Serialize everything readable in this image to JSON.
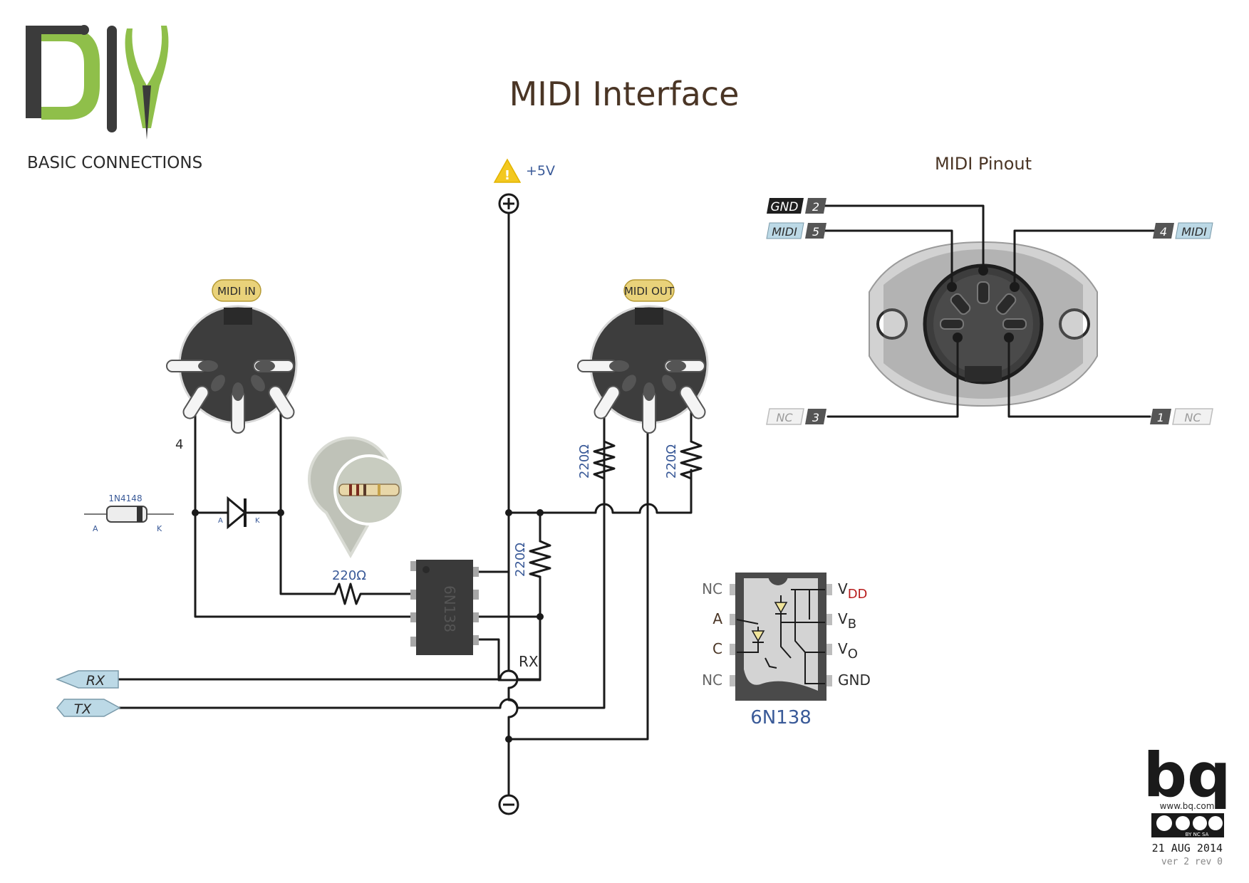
{
  "logo": {
    "letters": "DIY",
    "subtitle": "BASIC CONNECTIONS"
  },
  "title": "MIDI Interface",
  "power": {
    "plus_label": "+5V"
  },
  "connectors": {
    "midi_in": {
      "label": "MIDI IN",
      "pin_number": "4"
    },
    "midi_out": {
      "label": "MIDI OUT"
    }
  },
  "diode": {
    "part": "1N4148",
    "anode": "A",
    "cathode": "K"
  },
  "resistors": {
    "input": "220Ω",
    "pullup": "220Ω",
    "out_left": "220Ω",
    "out_right": "220Ω"
  },
  "optocoupler": {
    "part": "6N138"
  },
  "signals": {
    "rx": "RX",
    "tx": "TX",
    "rx_tap": "RX"
  },
  "pinout": {
    "title": "MIDI Pinout",
    "gnd": {
      "name": "GND",
      "pin": "2"
    },
    "midi_5": {
      "name": "MIDI",
      "pin": "5"
    },
    "midi_4": {
      "name": "MIDI",
      "pin": "4"
    },
    "nc_3": {
      "name": "NC",
      "pin": "3"
    },
    "nc_1": {
      "name": "NC",
      "pin": "1"
    }
  },
  "ic_pinout": {
    "part": "6N138",
    "left_pins": [
      "NC",
      "A",
      "C",
      "NC"
    ],
    "right_pins": [
      {
        "main": "V",
        "sub": "DD"
      },
      {
        "main": "V",
        "sub": "B"
      },
      {
        "main": "V",
        "sub": "O"
      },
      {
        "main": "GND",
        "sub": ""
      }
    ]
  },
  "brand": {
    "name": "bq",
    "url": "www.bq.com",
    "license": "BY NC SA",
    "date": "21 AUG 2014",
    "version": "ver 2 rev 0"
  },
  "colors": {
    "green": "#8fbf4a",
    "dark": "#3b3b3b",
    "connector": "#3d3d3d",
    "label_yellow": "#e9d27a",
    "label_blue": "#bcd9e6",
    "resistor_blue": "#3a5a98",
    "title_brown": "#4a3525",
    "vdd_red": "#b81c1c"
  }
}
